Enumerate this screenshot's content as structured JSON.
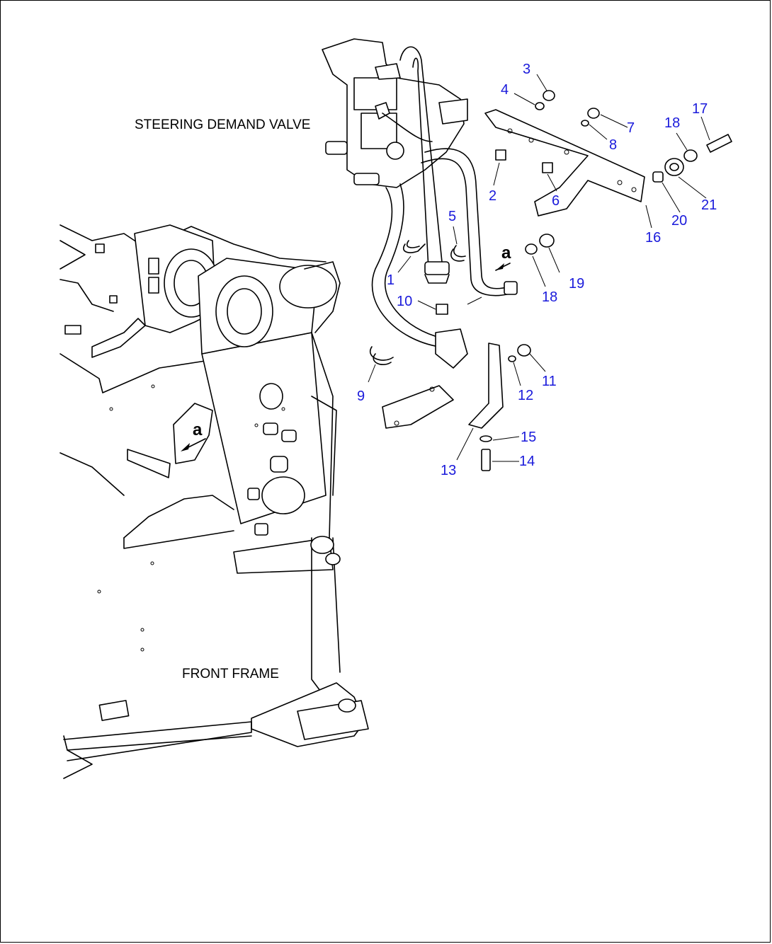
{
  "labels": {
    "steering_valve": "STEERING DEMAND VALVE",
    "front_frame": "FRONT FRAME",
    "view_a": "a"
  },
  "callouts": {
    "p1": "1",
    "p2": "2",
    "p3": "3",
    "p4": "4",
    "p5": "5",
    "p6": "6",
    "p7": "7",
    "p8": "8",
    "p9": "9",
    "p10": "10",
    "p11": "11",
    "p12": "12",
    "p13": "13",
    "p14": "14",
    "p15": "15",
    "p16": "16",
    "p17": "17",
    "p18": "18",
    "p18b": "18",
    "p19": "19",
    "p20": "20",
    "p21": "21"
  },
  "colors": {
    "callout": "#1a1adb",
    "line": "#000000"
  }
}
